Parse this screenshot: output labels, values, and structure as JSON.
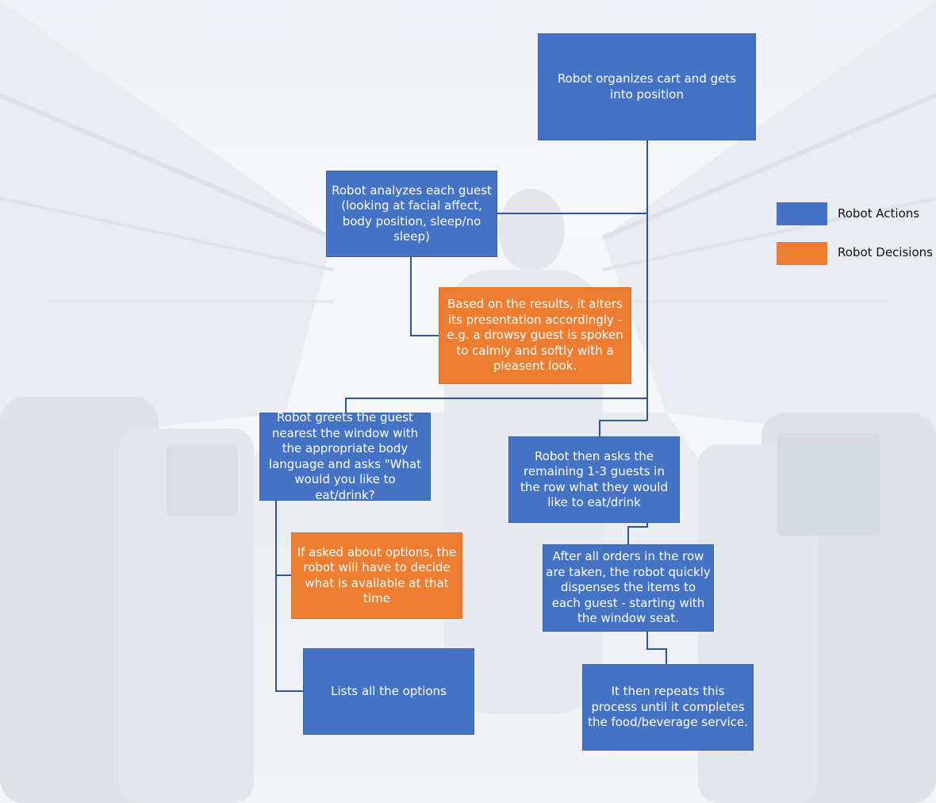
{
  "diagram": {
    "nodes": {
      "organize_cart": "Robot organizes cart and gets into position",
      "analyze_guest": "Robot analyzes each guest (looking at facial affect, body position, sleep/no sleep)",
      "alter_presentation": "Based on the results, it alters its presentation accordingly - e.g. a drowsy guest is spoken to calmly and softly with a pleasent look.",
      "greet_guest": "Robot greets the guest nearest the window with the appropriate body language and asks \"What would you like to eat/drink?",
      "ask_remaining": "Robot then asks the remaining 1-3 guests in the row what they would like to eat/drink",
      "options_decision": "If asked about options, the robot will have to decide what is available at that time",
      "dispense_items": "After all orders in the row are taken, the robot quickly dispenses the items to each guest - starting with the window seat.",
      "list_options": "Lists all the options",
      "repeat_process": "It then repeats this process until it completes the food/beverage service."
    },
    "legend": [
      {
        "label": "Robot Actions",
        "color": "#4472C4"
      },
      {
        "label": "Robot Decisions",
        "color": "#ED7D31"
      }
    ],
    "colors": {
      "action": "#4472C4",
      "decision": "#ED7D31",
      "connector": "#2F5597"
    },
    "background": "faded airplane cabin aisle photo"
  }
}
